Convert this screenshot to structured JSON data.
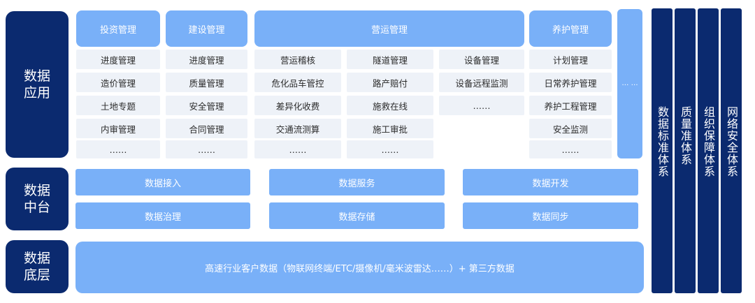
{
  "layers": {
    "app": "数据\n应用",
    "middle": "数据\n中台",
    "base": "数据\n底层"
  },
  "headers": [
    "投资管理",
    "建设管理",
    "营运管理",
    "养护管理"
  ],
  "columns": [
    [
      "进度管理",
      "造价管理",
      "土地专题",
      "内审管理",
      "……"
    ],
    [
      "进度管理",
      "质量管理",
      "安全管理",
      "合同管理",
      "……"
    ],
    [
      "营运稽核",
      "危化品车管控",
      "差异化收费",
      "交通流测算",
      "……"
    ],
    [
      "隧道管理",
      "路产赔付",
      "施救在线",
      "施工审批",
      "……"
    ],
    [
      "设备管理",
      "设备远程监测",
      "……"
    ],
    [
      "计划管理",
      "日常养护管理",
      "养护工程管理",
      "安全监测",
      "……"
    ]
  ],
  "more_column": "…\n…",
  "middle_rows": [
    [
      "数据接入",
      "数据服务",
      "数据开发"
    ],
    [
      "数据治理",
      "数据存储",
      "数据同步"
    ]
  ],
  "base_text": "高速行业客户数据（物联网终端/ETC/摄像机/毫米波雷达……）+   第三方数据",
  "pillars": [
    "数据标准体系",
    "质量准体系",
    "组织保障体系",
    "网络安全体系"
  ]
}
